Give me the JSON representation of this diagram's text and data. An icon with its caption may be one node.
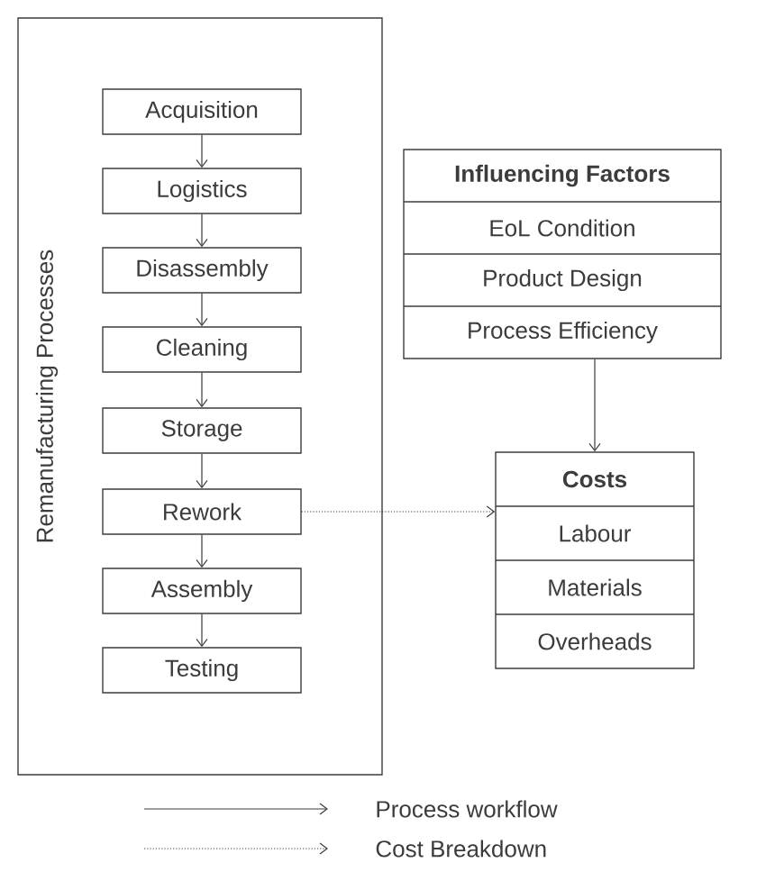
{
  "diagram": {
    "nodes": [
      {
        "text": [
          "Remanufacturing Processes"
        ]
      },
      {
        "text": [
          "Acquisition"
        ],
        "in": 0
      },
      {
        "text": [
          "Logistics"
        ],
        "in": 0
      },
      {
        "text": [
          "Disassembly"
        ],
        "in": 0
      },
      {
        "text": [
          "Cleaning"
        ],
        "in": 0
      },
      {
        "text": [
          "Storage"
        ],
        "in": 0
      },
      {
        "text": [
          "Rework"
        ],
        "in": 0
      },
      {
        "text": [
          "Assembly"
        ],
        "in": 0
      },
      {
        "text": [
          "Testing"
        ],
        "in": 0
      },
      {
        "text": [
          "Influencing Factors",
          "EoL Condition",
          "Product Design",
          "Process Efficiency"
        ]
      },
      {
        "text": [
          "Costs",
          "Labour",
          "Materials",
          "Overheads"
        ]
      }
    ],
    "edges": [
      {
        "from": 1,
        "to": 2,
        "arrow": "to"
      },
      {
        "from": 2,
        "to": 3,
        "arrow": "to"
      },
      {
        "from": 3,
        "to": 4,
        "arrow": "to"
      },
      {
        "from": 4,
        "to": 5,
        "arrow": "to"
      },
      {
        "from": 5,
        "to": 6,
        "arrow": "to"
      },
      {
        "from": 6,
        "to": 7,
        "arrow": "to"
      },
      {
        "from": 7,
        "to": 8,
        "arrow": "to"
      },
      {
        "from": 9,
        "to": 10,
        "arrow": "to"
      },
      {
        "from": 6,
        "to": 10,
        "arrow": "to",
        "style": "dashed"
      }
    ],
    "legend": [
      {
        "text": "Process workflow"
      },
      {
        "text": "Cost Breakdown"
      }
    ]
  }
}
